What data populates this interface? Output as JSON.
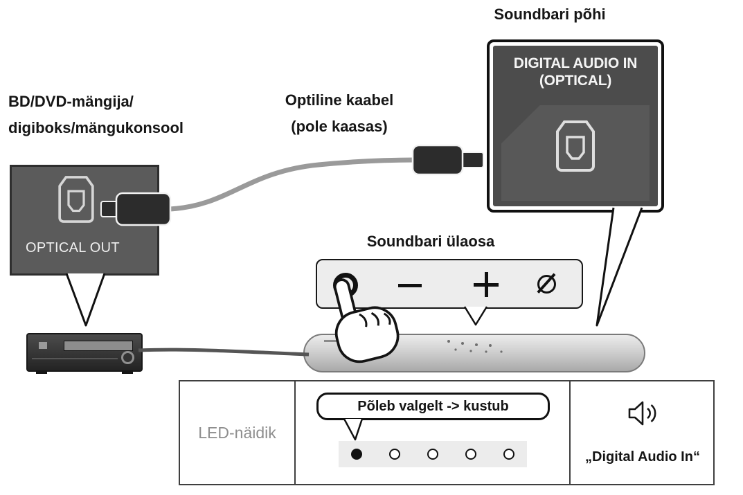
{
  "labels": {
    "soundbar_bottom": "Soundbari põhi",
    "source_line1": "BD/DVD-mängija/",
    "source_line2": "digiboks/mängukonsool",
    "cable_line1": "Optiline kaabel",
    "cable_line2": "(pole kaasas)",
    "soundbar_top": "Soundbari ülaosa"
  },
  "ports": {
    "digital_audio_in_line1": "DIGITAL AUDIO IN",
    "digital_audio_in_line2": "(OPTICAL)",
    "optical_out": "OPTICAL OUT"
  },
  "controls": {
    "icons": [
      "multifunction-ring-icon",
      "minus-icon",
      "plus-icon",
      "power-icon"
    ]
  },
  "table": {
    "row_label": "LED-näidik",
    "led_callout": "Põleb valgelt -> kustub",
    "leds": [
      "on",
      "off",
      "off",
      "off",
      "off"
    ],
    "source_name": "„Digital Audio In“"
  },
  "colors": {
    "box_gray": "#5b5b5b",
    "panel_dark": "#4c4c4c",
    "outline": "#111111",
    "cable_gray": "#9a9a9a",
    "led_strip_bg": "#ececec",
    "muted_text": "#8e8e8e"
  }
}
